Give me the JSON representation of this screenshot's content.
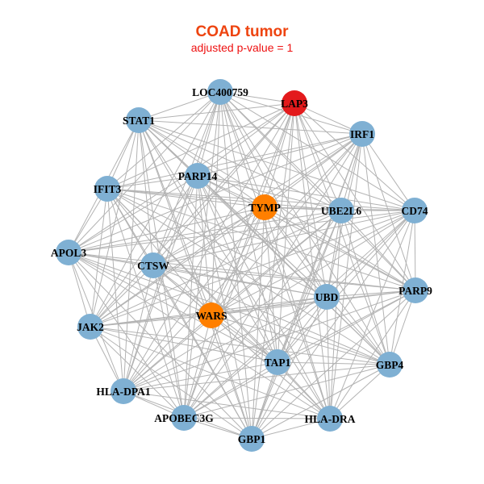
{
  "header": {
    "title": "COAD tumor",
    "subtitle": "adjusted p-value = 1"
  },
  "colors": {
    "default_node": "#7fb0d3",
    "highlight_red": "#e31a1c",
    "highlight_orange": "#ff7f00",
    "edge": "#b3b3b3",
    "title": "#ee4410",
    "subtitle": "#ee1111"
  },
  "network": {
    "nodes": [
      {
        "id": "LOC400759",
        "color": "default_node"
      },
      {
        "id": "LAP3",
        "color": "highlight_red"
      },
      {
        "id": "IRF1",
        "color": "default_node"
      },
      {
        "id": "STAT1",
        "color": "default_node"
      },
      {
        "id": "PARP14",
        "color": "default_node"
      },
      {
        "id": "IFIT3",
        "color": "default_node"
      },
      {
        "id": "TYMP",
        "color": "highlight_orange"
      },
      {
        "id": "UBE2L6",
        "color": "default_node"
      },
      {
        "id": "CD74",
        "color": "default_node"
      },
      {
        "id": "APOL3",
        "color": "default_node"
      },
      {
        "id": "CTSW",
        "color": "default_node"
      },
      {
        "id": "UBD",
        "color": "default_node"
      },
      {
        "id": "PARP9",
        "color": "default_node"
      },
      {
        "id": "WARS",
        "color": "highlight_orange"
      },
      {
        "id": "JAK2",
        "color": "default_node"
      },
      {
        "id": "TAP1",
        "color": "default_node"
      },
      {
        "id": "GBP4",
        "color": "default_node"
      },
      {
        "id": "HLA-DPA1",
        "color": "default_node"
      },
      {
        "id": "APOBEC3G",
        "color": "default_node"
      },
      {
        "id": "HLA-DRA",
        "color": "default_node"
      },
      {
        "id": "GBP1",
        "color": "default_node"
      }
    ],
    "edge_model": "complete"
  }
}
